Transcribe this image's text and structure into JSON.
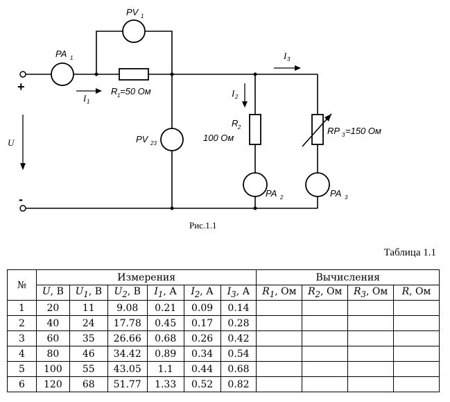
{
  "figure": {
    "caption": "Рис.1.1",
    "labels": {
      "pa1": "PA",
      "pa1_sub": "1",
      "pv1": "PV",
      "pv1_sub": "1",
      "pv23": "PV",
      "pv23_sub": "23",
      "pa2": "PA",
      "pa2_sub": "2",
      "pa3": "PA",
      "pa3_sub": "3",
      "r1": "R",
      "r1_sub": "1",
      "r1_val": "=50 Ом",
      "r2": "R",
      "r2_sub": "2",
      "r2_val": "100 Ом",
      "rp3": "RP",
      "rp3_sub": "3",
      "rp3_val": "=150 Ом",
      "i1": "I",
      "i1_sub": "1",
      "i2": "I",
      "i2_sub": "2",
      "i3": "I",
      "i3_sub": "3",
      "u": "U",
      "plus": "+",
      "minus": "-"
    }
  },
  "table": {
    "title": "Таблица 1.1",
    "col_no": "№",
    "group_measure": "Измерения",
    "group_calc": "Вычисления",
    "headers": [
      {
        "sym": "U",
        "sub": "",
        "unit": ", В"
      },
      {
        "sym": "U",
        "sub": "1",
        "unit": ", В"
      },
      {
        "sym": "U",
        "sub": "2",
        "unit": ", В"
      },
      {
        "sym": "I",
        "sub": "1",
        "unit": ", А"
      },
      {
        "sym": "I",
        "sub": "2",
        "unit": ", А"
      },
      {
        "sym": "I",
        "sub": "3",
        "unit": ", А"
      },
      {
        "sym": "R",
        "sub": "1",
        "unit": ", Ом"
      },
      {
        "sym": "R",
        "sub": "2",
        "unit": ", Ом"
      },
      {
        "sym": "R",
        "sub": "3",
        "unit": ", Ом"
      },
      {
        "sym": "R",
        "sub": "",
        "unit": ", Ом"
      }
    ],
    "rows": [
      [
        "1",
        "20",
        "11",
        "9.08",
        "0.21",
        "0.09",
        "0.14",
        "",
        "",
        "",
        ""
      ],
      [
        "2",
        "40",
        "24",
        "17.78",
        "0.45",
        "0.17",
        "0.28",
        "",
        "",
        "",
        ""
      ],
      [
        "3",
        "60",
        "35",
        "26.66",
        "0.68",
        "0.26",
        "0.42",
        "",
        "",
        "",
        ""
      ],
      [
        "4",
        "80",
        "46",
        "34.42",
        "0.89",
        "0.34",
        "0.54",
        "",
        "",
        "",
        ""
      ],
      [
        "5",
        "100",
        "55",
        "43.05",
        "1.1",
        "0.44",
        "0.68",
        "",
        "",
        "",
        ""
      ],
      [
        "6",
        "120",
        "68",
        "51.77",
        "1.33",
        "0.52",
        "0.82",
        "",
        "",
        "",
        ""
      ]
    ]
  }
}
